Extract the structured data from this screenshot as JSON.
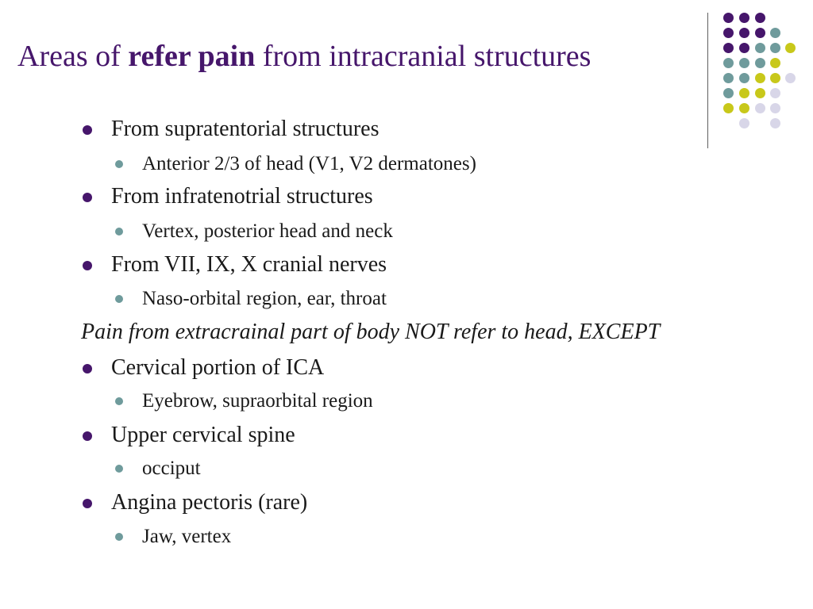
{
  "slide": {
    "title": {
      "prefix": "Areas of ",
      "emphasis": "refer pain",
      "suffix": " from intracranial structures"
    },
    "colors": {
      "purple": "#46166b",
      "teal": "#6f9b9c",
      "yellow": "#c8c81a",
      "lavender": "#d8d6e8"
    },
    "items": [
      {
        "level": 1,
        "text": "From supratentorial structures"
      },
      {
        "level": 2,
        "text": "Anterior 2/3 of  head (V1, V2 dermatones)"
      },
      {
        "level": 1,
        "text": "From infratenotrial structures"
      },
      {
        "level": 2,
        "text": "Vertex, posterior head and neck"
      },
      {
        "level": 1,
        "text": "From VII, IX, X cranial nerves"
      },
      {
        "level": 2,
        "text": "Naso-orbital region, ear, throat"
      },
      {
        "level": 0,
        "text": "Pain from extracrainal part of  body NOT refer to head, EXCEPT"
      },
      {
        "level": 1,
        "text": "Cervical portion of  ICA"
      },
      {
        "level": 2,
        "text": "Eyebrow, supraorbital region"
      },
      {
        "level": 1,
        "text": "Upper cervical spine"
      },
      {
        "level": 2,
        "text": "occiput"
      },
      {
        "level": 1,
        "text": "Angina pectoris (rare)"
      },
      {
        "level": 2,
        "text": "Jaw, vertex"
      }
    ]
  }
}
